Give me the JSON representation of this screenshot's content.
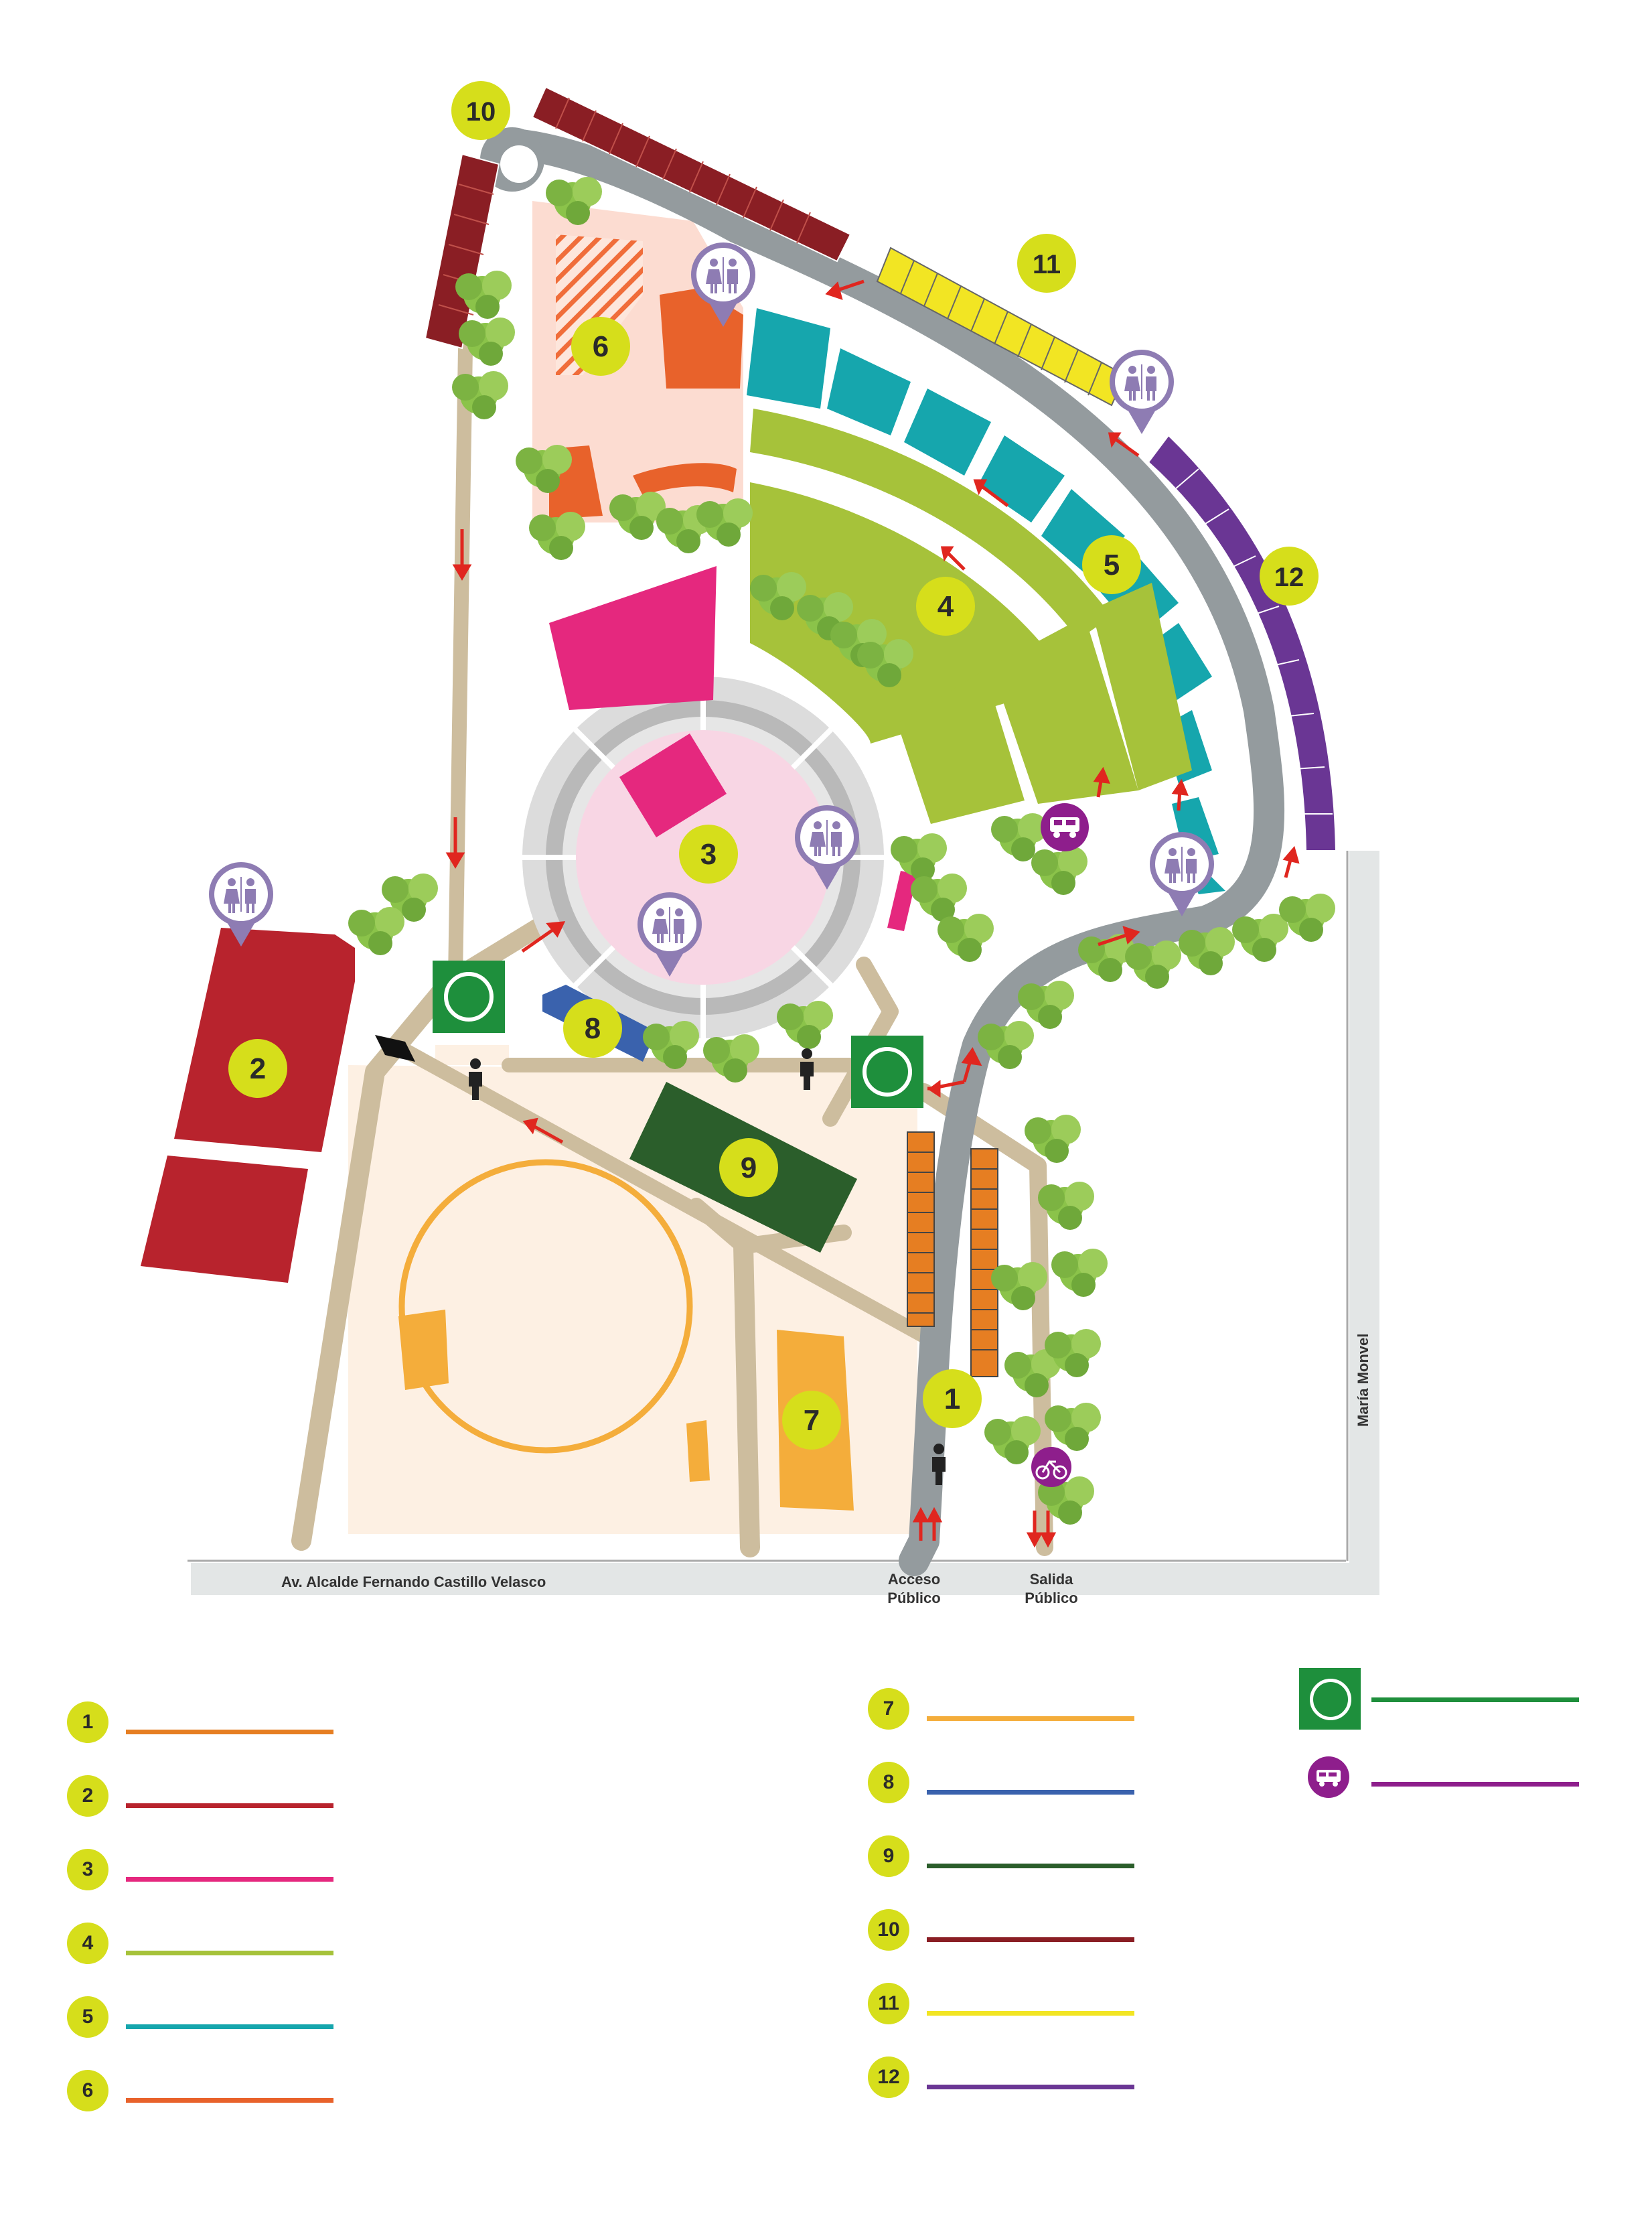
{
  "map": {
    "street_main": "Av. Alcalde Fernando Castillo Velasco",
    "street_side": "María Monvel",
    "entrance_label_line1": "Acceso",
    "entrance_label_line2": "Público",
    "exit_label_line1": "Salida",
    "exit_label_line2": "Público",
    "zone_numbers": [
      "1",
      "2",
      "3",
      "4",
      "5",
      "6",
      "7",
      "8",
      "9",
      "10",
      "11",
      "12"
    ],
    "icons": {
      "restroom": "restroom-icon",
      "person": "person-icon",
      "first_aid": "green-circle-icon",
      "food_truck": "food-truck-icon",
      "bicycle": "bicycle-icon",
      "arrow": "arrow-icon"
    }
  },
  "legend": {
    "items": [
      {
        "number": "1",
        "label": "",
        "color": "#e67e22"
      },
      {
        "number": "2",
        "label": "",
        "color": "#b8232d"
      },
      {
        "number": "3",
        "label": "",
        "color": "#e5287e"
      },
      {
        "number": "4",
        "label": "",
        "color": "#a6c23a"
      },
      {
        "number": "5",
        "label": "",
        "color": "#16a6ad"
      },
      {
        "number": "6",
        "label": "",
        "color": "#e8622b"
      },
      {
        "number": "7",
        "label": "",
        "color": "#f4ad3b"
      },
      {
        "number": "8",
        "label": "",
        "color": "#3a62ad"
      },
      {
        "number": "9",
        "label": "",
        "color": "#2b5e2b"
      },
      {
        "number": "10",
        "label": "",
        "color": "#8a1e24"
      },
      {
        "number": "11",
        "label": "",
        "color": "#f2e523"
      },
      {
        "number": "12",
        "label": "",
        "color": "#6a3694"
      }
    ],
    "green_symbol_color": "#1e8f3c",
    "purple_symbol_color": "#8e1e8c"
  },
  "colors": {
    "badge": "#d6de1b",
    "road": "#949b9e",
    "path": "#cdbd9e",
    "tree": "#8bc34a",
    "arrow": "#e0261f",
    "pin": "#8e7cb3"
  }
}
